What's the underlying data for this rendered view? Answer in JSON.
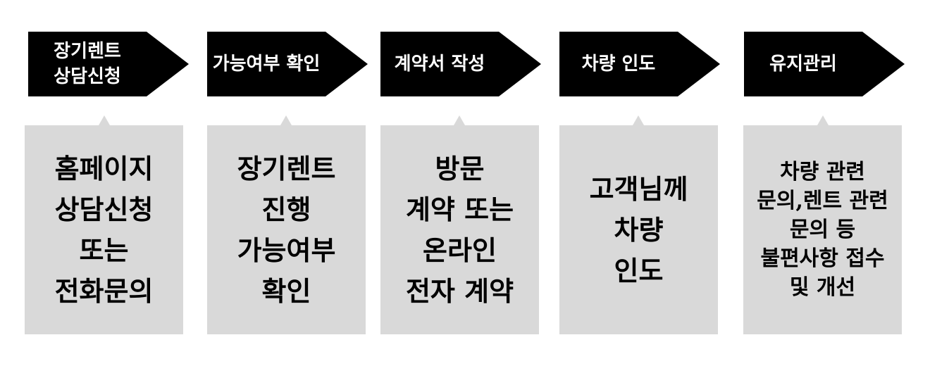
{
  "steps": [
    {
      "label": "장기렌트\n상담신청",
      "description": "홈페이지\n상담신청\n또는\n전화문의"
    },
    {
      "label": "가능여부 확인",
      "description": "장기렌트\n진행\n가능여부\n확인"
    },
    {
      "label": "계약서 작성",
      "description": "방문\n계약 또는\n온라인\n전자 계약"
    },
    {
      "label": "차량 인도",
      "description": "고객님께\n차량\n인도"
    },
    {
      "label": "유지관리",
      "description": "차량 관련\n문의,렌트 관련\n문의 등\n불편사항 접수\n및 개선"
    }
  ],
  "colors": {
    "arrow_fill": "#000000",
    "arrow_text": "#ffffff",
    "box_fill": "#d9d9d9"
  }
}
